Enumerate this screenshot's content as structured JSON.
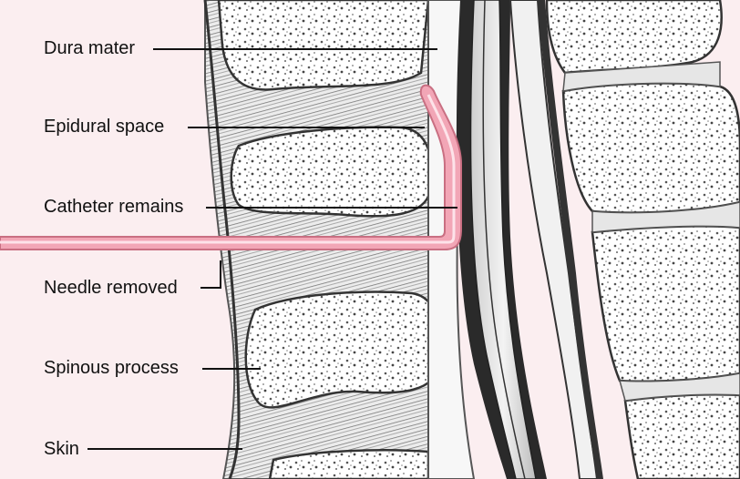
{
  "labels": {
    "dura_mater": "Dura mater",
    "epidural_space": "Epidural space",
    "catheter_remains": "Catheter remains",
    "needle_removed": "Needle removed",
    "spinous_process": "Spinous process",
    "skin": "Skin"
  },
  "colors": {
    "background": "#fbeef0",
    "catheter": "#f2a6b6",
    "catheter_highlight": "#fde3e9",
    "catheter_outline": "#c96f82",
    "bone_fill": "#ffffff",
    "ink": "#111111"
  }
}
